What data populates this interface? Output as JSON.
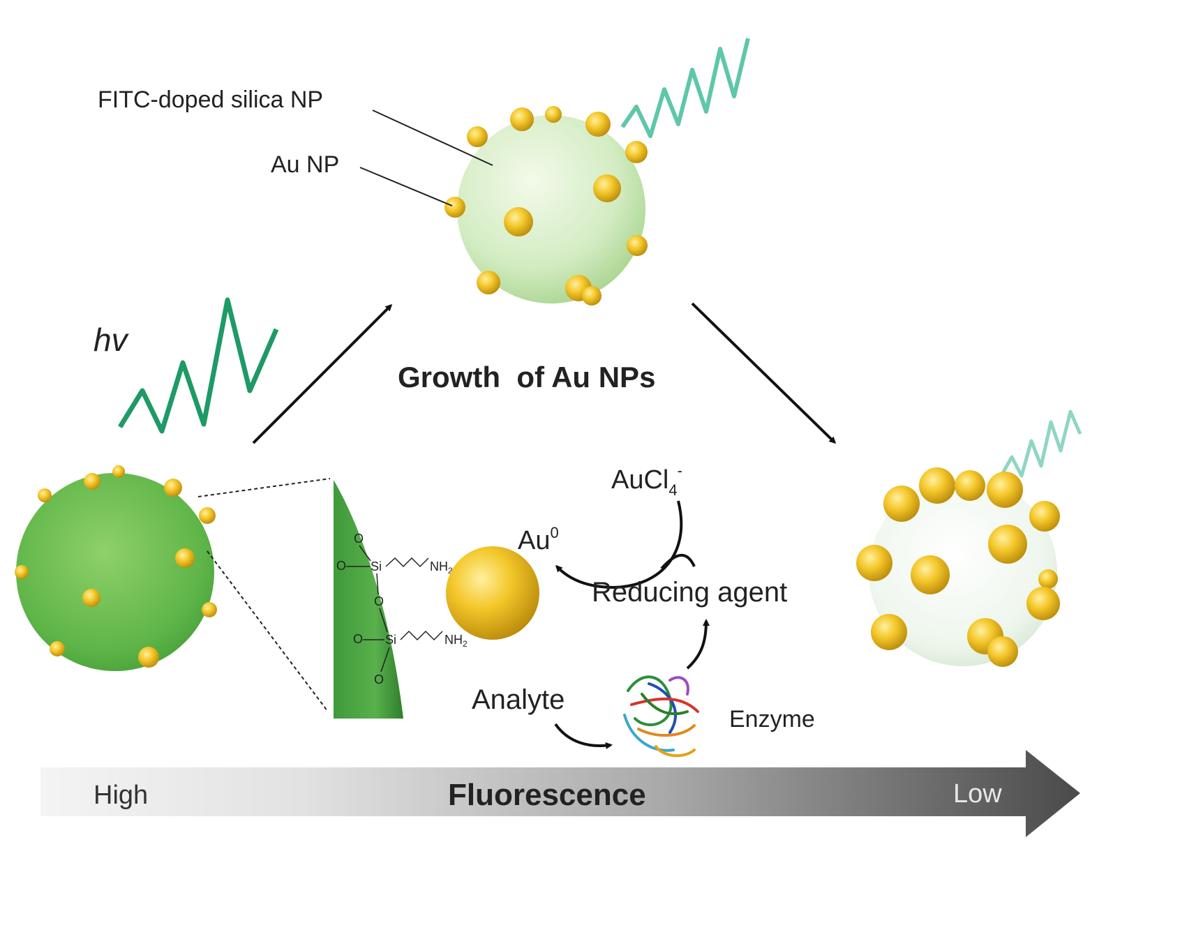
{
  "labels": {
    "silica_np": "FITC-doped silica NP",
    "au_np": "Au NP",
    "hv": "hv",
    "growth": "Growth  of Au NPs",
    "au0_base": "Au",
    "au0_sup": "0",
    "aucl4_base": "AuCl",
    "aucl4_sub": "4",
    "aucl4_sup": "-",
    "reducing_agent": "Reducing agent",
    "analyte": "Analyte",
    "enzyme": "Enzyme",
    "high": "High",
    "fluorescence": "Fluorescence",
    "low": "Low"
  },
  "chem": {
    "o": "O",
    "si": "Si",
    "nh2": "NH",
    "nh2_sub": "2"
  },
  "colors": {
    "wave": "#1e9a66",
    "wave_light": "#6cc9b4",
    "silica_dark": "#4fae48",
    "silica_pale": "#d9eecb",
    "gold": "#f2c21c",
    "gold_dark": "#b38a05",
    "bar_light": "#f1f1f1",
    "bar_dark": "#555555"
  }
}
